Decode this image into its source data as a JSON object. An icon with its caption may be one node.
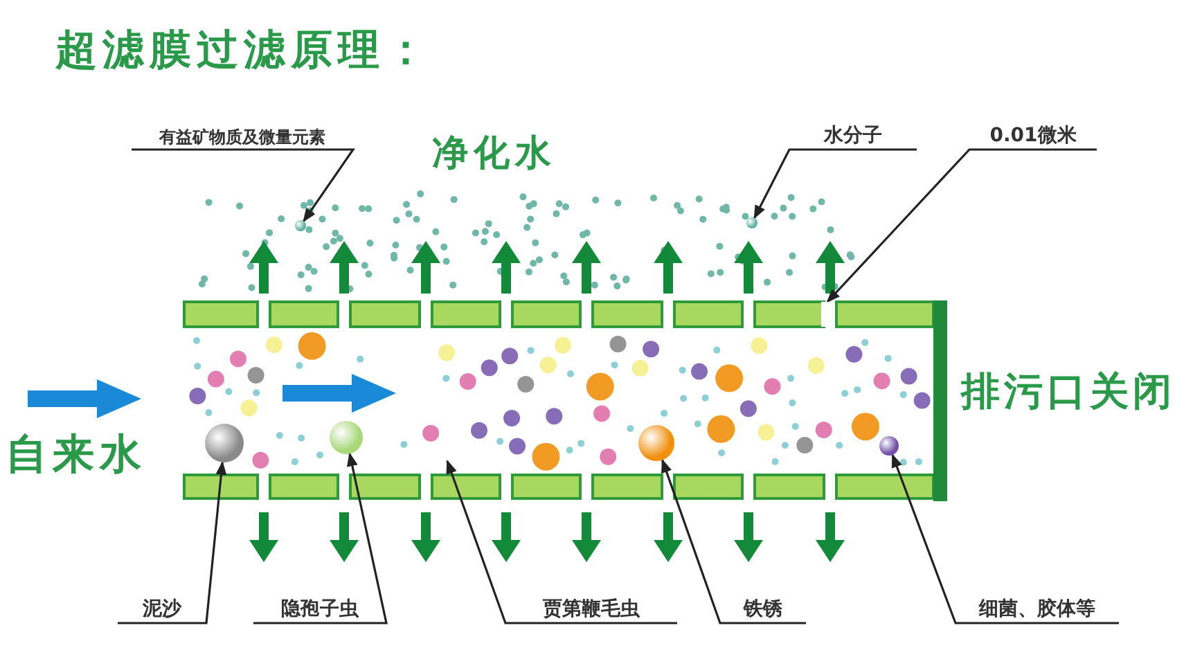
{
  "diagram": {
    "title": "超滤膜过滤原理：",
    "nodes": [
      {
        "text": [
          "有益矿物质及微量元素"
        ]
      },
      {
        "text": [],
        "shape": "circle"
      },
      {
        "text": [
          "水分子"
        ]
      },
      {
        "text": [],
        "shape": "circle"
      },
      {
        "text": [
          "0.01微米"
        ]
      },
      {
        "text": [],
        "shape": "box"
      },
      {
        "text": [
          "泥沙"
        ]
      },
      {
        "text": [],
        "shape": "circle"
      },
      {
        "text": [
          "隐孢子虫"
        ]
      },
      {
        "text": [],
        "shape": "circle"
      },
      {
        "text": [
          "贾第鞭毛虫"
        ]
      },
      {
        "text": [
          "铁锈"
        ]
      },
      {
        "text": [],
        "shape": "circle"
      },
      {
        "text": [
          "细菌、胶体等"
        ]
      },
      {
        "text": [],
        "shape": "circle"
      }
    ],
    "edges": [
      {
        "from": 0,
        "to": 1,
        "arrow": "to"
      },
      {
        "from": 2,
        "to": 3,
        "arrow": "to"
      },
      {
        "from": 4,
        "to": 5,
        "arrow": "to"
      },
      {
        "from": 6,
        "to": 7,
        "arrow": "to"
      },
      {
        "from": 8,
        "to": 9,
        "arrow": "to"
      },
      {
        "from": 10,
        "to": null,
        "arrow": "to"
      },
      {
        "from": 11,
        "to": 12,
        "arrow": "to"
      },
      {
        "from": 13,
        "to": 14,
        "arrow": "to"
      }
    ],
    "labels": [
      "净化水",
      "自来水",
      "排污口关闭"
    ]
  }
}
